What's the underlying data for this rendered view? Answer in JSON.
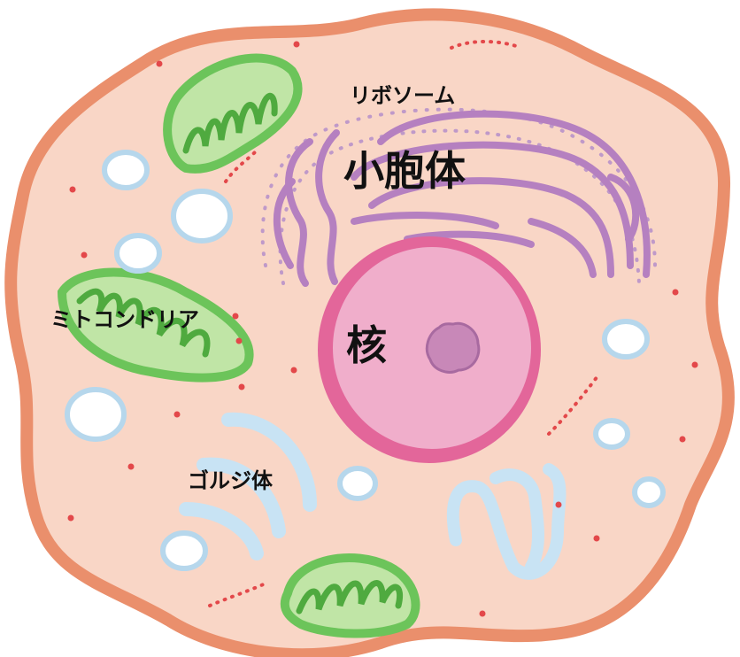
{
  "labels": {
    "ribosome": "リボソーム",
    "vesicle": "小胞体",
    "mitochondria": "ミトコンドリア",
    "golgi": "ゴルジ体",
    "nucleus": "核"
  },
  "colors": {
    "background": "#ffffff",
    "membrane": "#ea8f6c",
    "cytoplasm": "#f9d6c6",
    "er": "#b580c0",
    "er_dots": "#bf99c9",
    "nucleus_outer": "#e3669a",
    "nucleus_inner": "#f0aecb",
    "nucleolus": "#c888b8",
    "mito_outer": "#6cc45a",
    "mito_inner": "#c0e5a6",
    "mito_crista": "#4faa3f",
    "vacuole_rim": "#b6d7ec",
    "golgi": "#c8e3f4",
    "granule": "#e3484a",
    "text": "#111111"
  }
}
